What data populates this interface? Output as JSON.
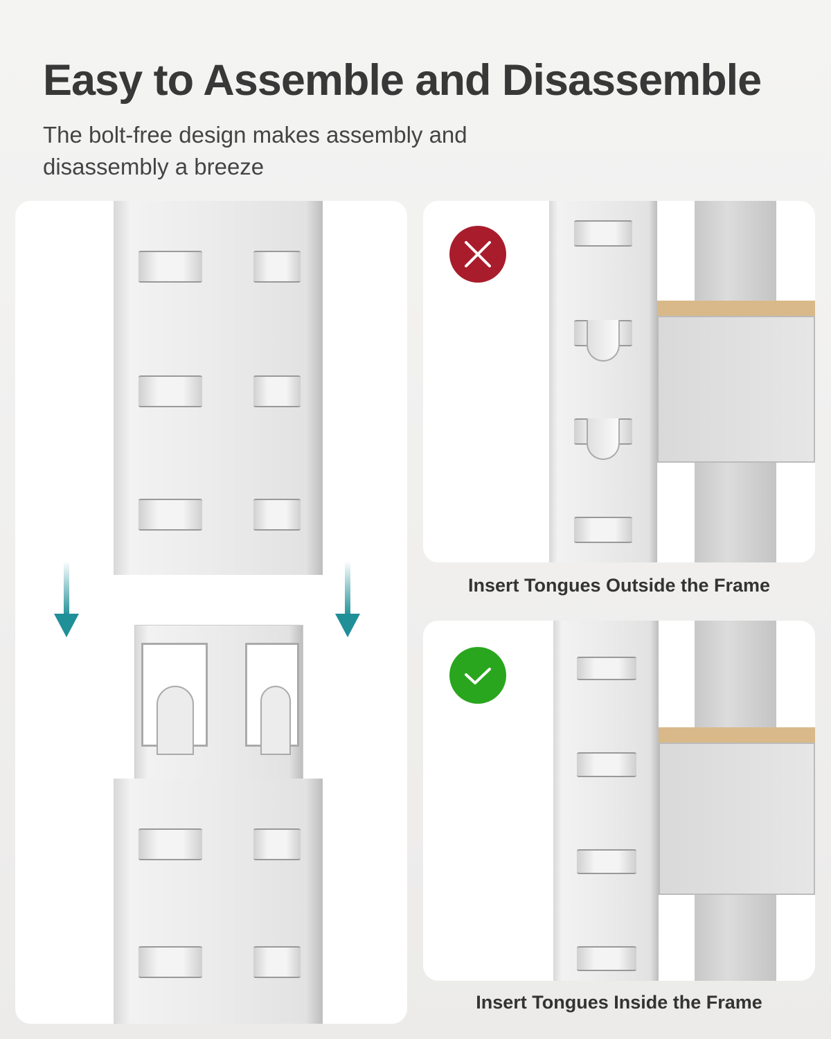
{
  "header": {
    "title": "Easy to Assemble and Disassemble",
    "subtitle_line1": "The bolt-free design makes assembly and",
    "subtitle_line2": "disassembly a breeze"
  },
  "panels": [
    {
      "caption": "Insert Tongues Outside the Frame",
      "status": "incorrect",
      "icon": "x-icon",
      "color": "#a91c2c"
    },
    {
      "caption": "Insert Tongues Inside the Frame",
      "status": "correct",
      "icon": "check-icon",
      "color": "#2aa61e"
    }
  ],
  "colors": {
    "arrow": "#1f8f98"
  }
}
